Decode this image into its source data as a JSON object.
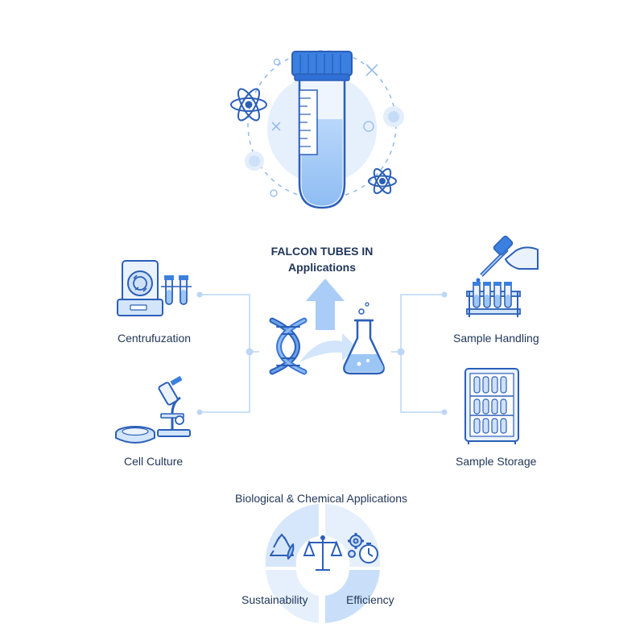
{
  "title": {
    "line1": "FALCON TUBES IN",
    "line2": "Applications"
  },
  "applications": {
    "left": [
      {
        "label": "Centrufuzation",
        "icon": "centrifuge-icon"
      },
      {
        "label": "Cell Culture",
        "icon": "microscope-icon"
      }
    ],
    "right": [
      {
        "label": "Sample Handling",
        "icon": "pipette-rack-icon"
      },
      {
        "label": "Sample Storage",
        "icon": "storage-cabinet-icon"
      }
    ]
  },
  "bottom": {
    "heading": "Biological & Chemical Applications",
    "left_label": "Sustainability",
    "right_label": "Efficiency",
    "icons": [
      "recycle-icon",
      "balance-scale-icon",
      "gear-stopwatch-icon"
    ]
  },
  "colors": {
    "primary": "#2f6fd6",
    "outline": "#2b5fb8",
    "light_fill": "#cfe3fb",
    "pale_fill": "#e9f2fd",
    "liquid": "#9cc6f5",
    "text": "#1f3557"
  }
}
